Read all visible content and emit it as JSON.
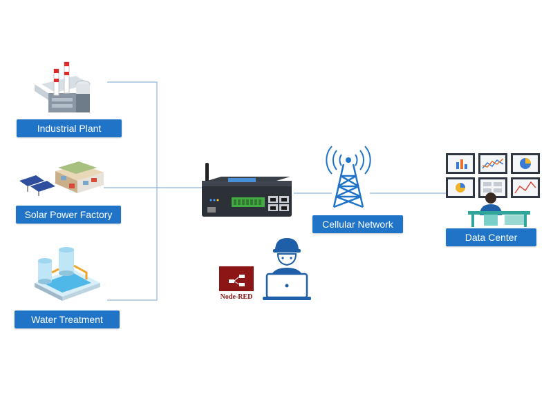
{
  "nodes": {
    "industrial_plant": "Industrial Plant",
    "solar_power_factory": "Solar Power Factory",
    "water_treatment": "Water Treatment",
    "cellular_network": "Cellular Network",
    "data_center": "Data Center"
  },
  "software": {
    "node_red": "Node-RED"
  },
  "colors": {
    "label_bg": "#1f74c7",
    "connector": "#8fb5d6",
    "node_red": "#8c1515"
  }
}
